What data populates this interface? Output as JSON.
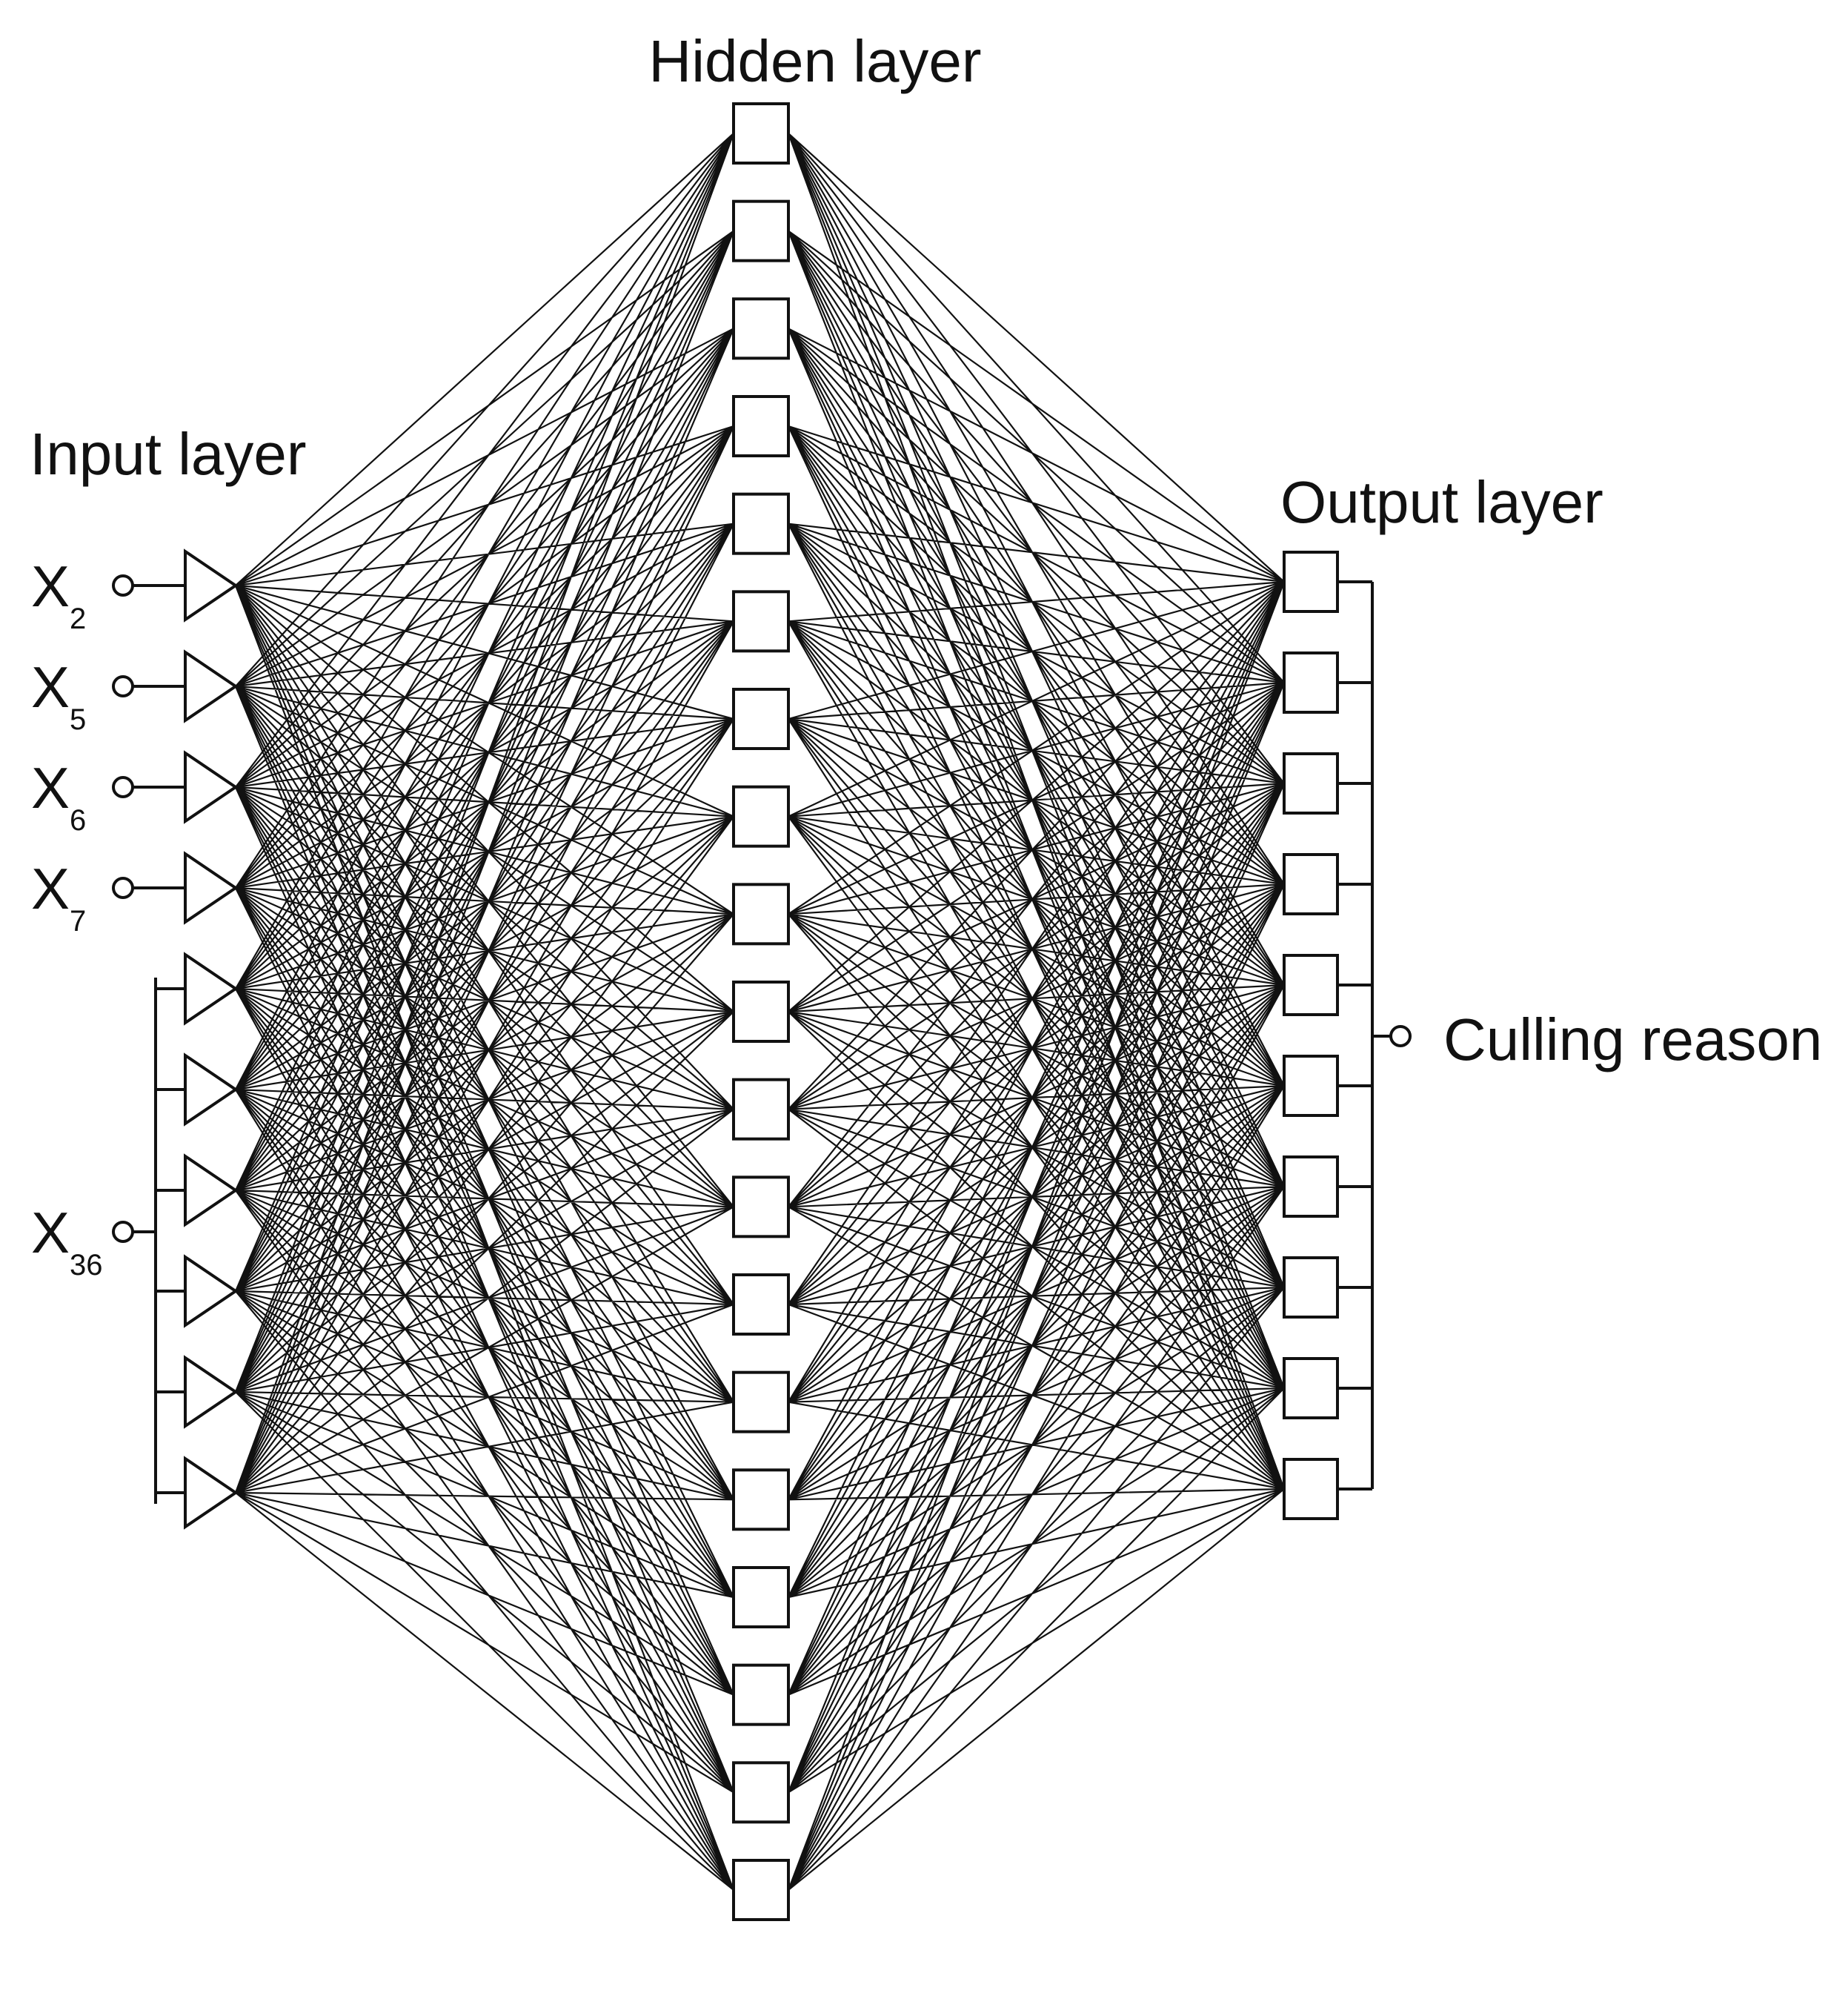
{
  "labels": {
    "hidden_layer": "Hidden layer",
    "input_layer": "Input layer",
    "output_layer": "Output layer",
    "output_name": "Culling reason"
  },
  "inputs": [
    {
      "base": "X",
      "sub": "2"
    },
    {
      "base": "X",
      "sub": "5"
    },
    {
      "base": "X",
      "sub": "6"
    },
    {
      "base": "X",
      "sub": "7"
    },
    {
      "base": "X",
      "sub": "36"
    }
  ],
  "network": {
    "input_neurons": 10,
    "hidden_neurons": 19,
    "output_neurons": 10,
    "fully_connected": true,
    "single_inputs": 4,
    "grouped_input_neurons": 6
  },
  "colors": {
    "line": "#111111",
    "fill": "#ffffff"
  }
}
